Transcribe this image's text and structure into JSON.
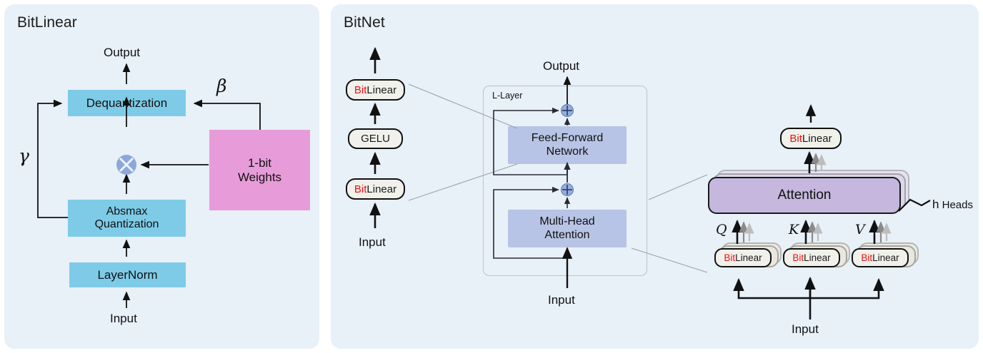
{
  "panels": {
    "left": {
      "title": "BitLinear"
    },
    "right": {
      "title": "BitNet"
    }
  },
  "bitlinear": {
    "output_label": "Output",
    "input_label": "Input",
    "dequantization": "Dequantization",
    "absmax": "Absmax\nQuantization",
    "absmax_line1": "Absmax",
    "absmax_line2": "Quantization",
    "layernorm": "LayerNorm",
    "weights_line1": "1-bit",
    "weights_line2": "Weights",
    "gamma": "γ",
    "beta": "β",
    "multiply_icon": "multiply-circle-icon",
    "colors": {
      "blue": "#7ecbe8",
      "pink": "#e79cd9",
      "panel": "#e8f0f8",
      "op": "#8ba7db"
    }
  },
  "bitnet_stack": {
    "input_label": "Input",
    "items": [
      {
        "prefix": "Bit",
        "suffix": "Linear"
      },
      {
        "prefix": "",
        "suffix": "GELU"
      },
      {
        "prefix": "Bit",
        "suffix": "Linear"
      }
    ]
  },
  "transformer": {
    "output_label": "Output",
    "input_label": "Input",
    "layer_label_italic": "L",
    "layer_label_rest": "-Layer",
    "ffn_line1": "Feed-Forward",
    "ffn_line2": "Network",
    "mha_line1": "Multi-Head",
    "mha_line2": "Attention",
    "add_icon": "add-circle-icon",
    "colors": {
      "block": "#b7c4e5",
      "op": "#8ba7db",
      "frame": "#b9c3cf"
    }
  },
  "attention_detail": {
    "top_pill": {
      "prefix": "Bit",
      "suffix": "Linear"
    },
    "attention_label": "Attention",
    "heads_italic": "h",
    "heads_rest": " Heads",
    "input_label": "Input",
    "projections": [
      {
        "symbol": "Q",
        "pill": {
          "prefix": "Bit",
          "suffix": "Linear"
        }
      },
      {
        "symbol": "K",
        "pill": {
          "prefix": "Bit",
          "suffix": "Linear"
        }
      },
      {
        "symbol": "V",
        "pill": {
          "prefix": "Bit",
          "suffix": "Linear"
        }
      }
    ],
    "colors": {
      "attention": "#c5b7dd",
      "pill": "#f1f1ec",
      "bit_red": "#ee1111"
    }
  }
}
